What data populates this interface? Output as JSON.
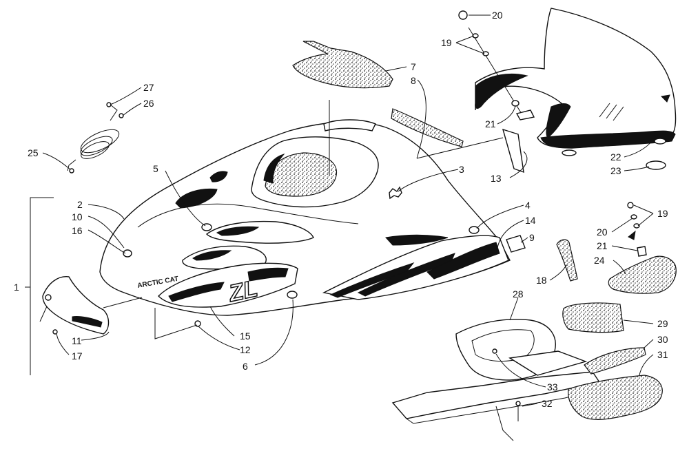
{
  "diagram": {
    "callouts": [
      "1",
      "2",
      "3",
      "4",
      "5",
      "6",
      "7",
      "8",
      "9",
      "10",
      "11",
      "12",
      "13",
      "14",
      "15",
      "16",
      "17",
      "18",
      "19",
      "20",
      "21",
      "22",
      "23",
      "24",
      "25",
      "26",
      "27",
      "28",
      "29",
      "30",
      "31",
      "32",
      "33"
    ],
    "callouts_repeated": {
      "19b": "19",
      "20b": "20",
      "21b": "21"
    },
    "hood_decal_text": "ARCTIC CAT",
    "side_decal_text": "ZL"
  }
}
